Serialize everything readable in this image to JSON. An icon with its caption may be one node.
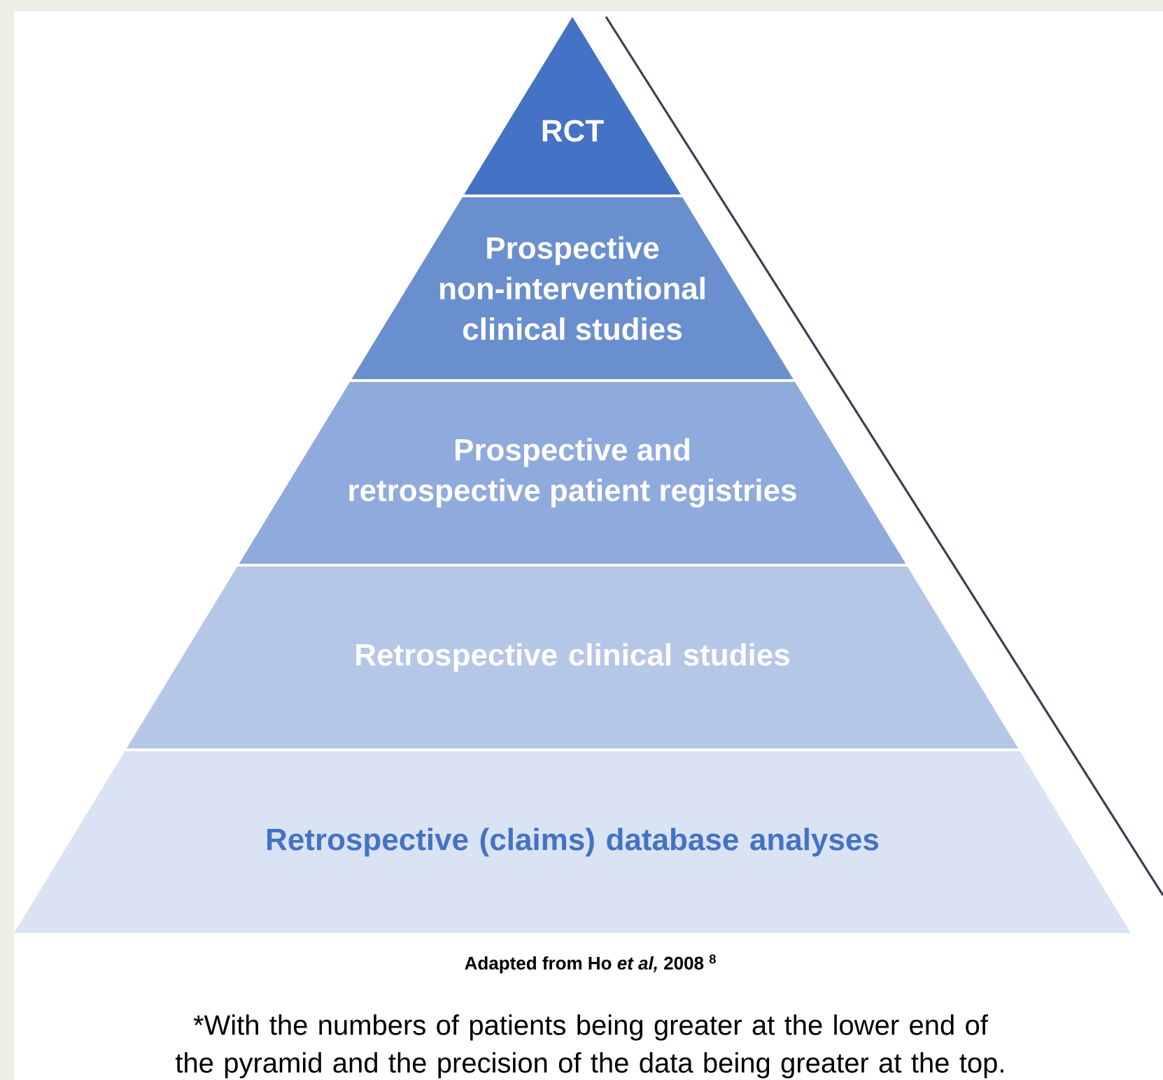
{
  "diagram": {
    "caption": "*With the numbers of patients being greater at the lower end of the pyramid and the precision of the data being greater at the top.",
    "nodes": [
      {
        "text": [
          "RCT"
        ]
      },
      {
        "text": [
          "Prospective non-interventional clinical studies"
        ]
      },
      {
        "text": [
          "Prospective and retrospective patient registries"
        ]
      },
      {
        "text": [
          "Retrospective clinical studies"
        ]
      },
      {
        "text": [
          "Retrospective (claims) database analyses"
        ]
      }
    ],
    "labels": [
      "Adapted from Ho *et al,* 2008 $^{8}$"
    ]
  }
}
